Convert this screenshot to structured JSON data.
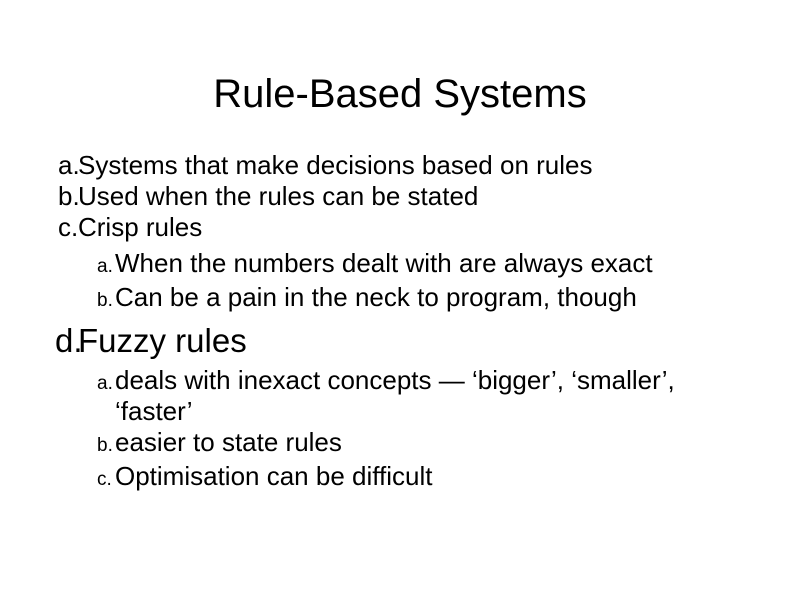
{
  "slide": {
    "title": "Rule-Based Systems",
    "background_color": "#ffffff",
    "text_color": "#000000",
    "list": [
      {
        "level": 1,
        "marker": "a.",
        "text": "Systems that make decisions based on rules"
      },
      {
        "level": 1,
        "marker": "b.",
        "text": "Used when the rules can be stated"
      },
      {
        "level": 1,
        "marker": "c.",
        "text": "Crisp rules"
      },
      {
        "level": 2,
        "marker": "a.",
        "text": "When the numbers dealt with are always exact"
      },
      {
        "level": 2,
        "marker": "b.",
        "text": "Can be a pain in the neck to program, though"
      },
      {
        "level": 1,
        "marker": "d.",
        "text": "Fuzzy rules",
        "emphasis": true
      },
      {
        "level": 2,
        "marker": "a.",
        "text": "deals with inexact concepts — ‘bigger’, ‘smaller’,",
        "text_line2": "‘faster’"
      },
      {
        "level": 2,
        "marker": "b.",
        "text": "easier to state rules"
      },
      {
        "level": 2,
        "marker": "c.",
        "text": "Optimisation can be difficult"
      }
    ]
  }
}
